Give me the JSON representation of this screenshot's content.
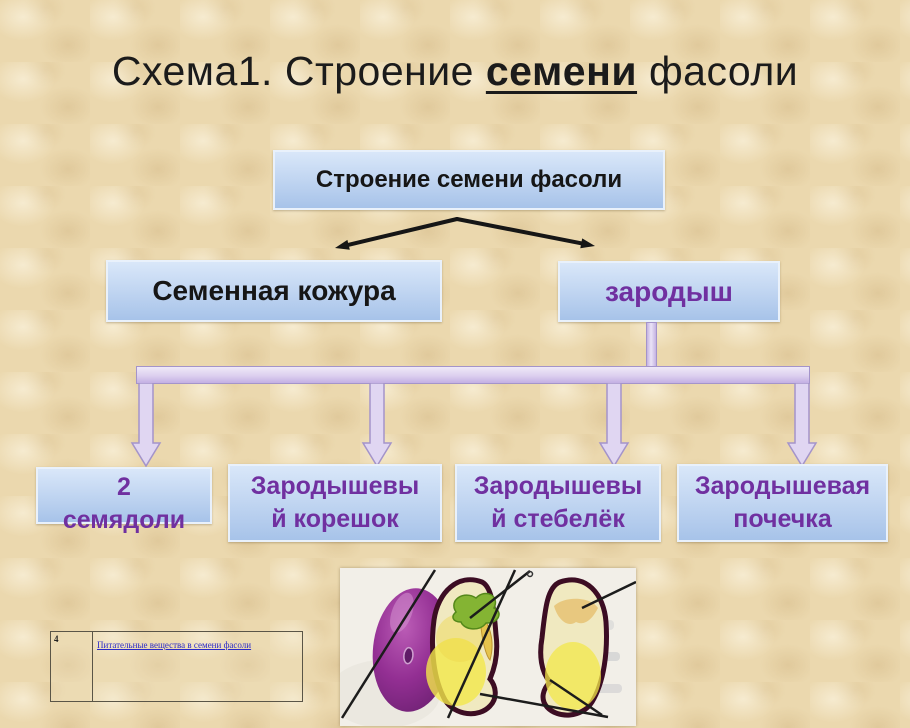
{
  "title": {
    "prefix": "Схема1. Строение ",
    "emphasis": "семени",
    "suffix": " фасоли"
  },
  "diagram": {
    "root_label": "Строение семени фасоли",
    "seed_coat_label": "Семенная кожура",
    "embryo_label": "зародыш",
    "children": [
      {
        "line1": "2",
        "line2": "семядоли"
      },
      {
        "line1": "Зародышевы",
        "line2": "й корешок"
      },
      {
        "line1": "Зародышевы",
        "line2": "й стебелёк"
      },
      {
        "line1": "Зародышевая",
        "line2": "почечка"
      }
    ]
  },
  "footer_table": {
    "row_number": "4",
    "link_text": "Питательные вещества в семени фасоли"
  },
  "colors": {
    "background": "#ebd8ae",
    "box_blue_top": "#d9e7f9",
    "box_blue_mid": "#c3d7f2",
    "box_blue_bottom": "#a7c3e9",
    "box_border": "#e9f1fb",
    "purple_text": "#7030a0",
    "title_text": "#1b1b1b",
    "black_arrow": "#161616",
    "lavender_fill": "#e0d6f2",
    "lavender_border": "#a494ca",
    "bar_top": "#efe9f8",
    "bar_bottom": "#c3b0e3",
    "link_blue": "#2a2ac8",
    "table_border": "#5a5547"
  }
}
